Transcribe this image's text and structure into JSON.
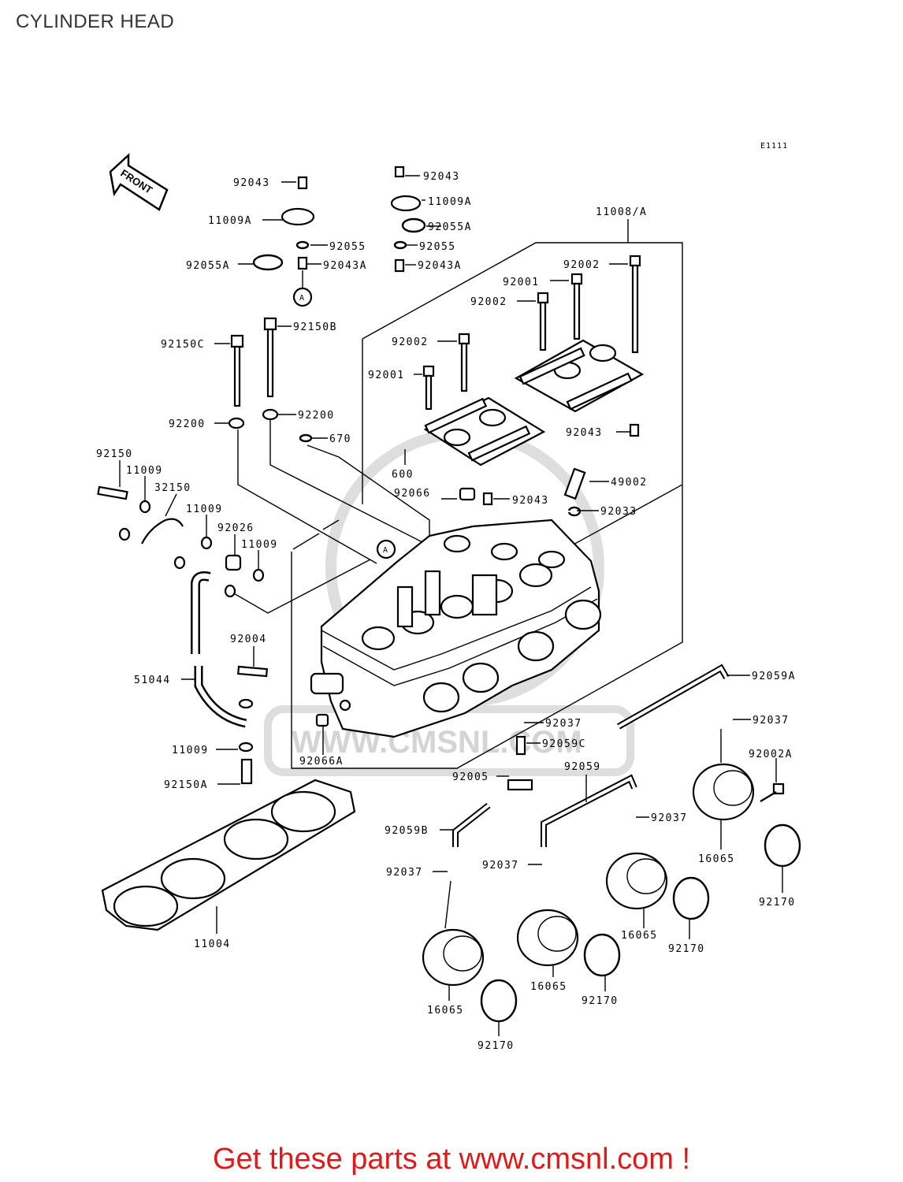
{
  "title": "CYLINDER HEAD",
  "diagram_code": "E1111",
  "front_arrow_label": "FRONT",
  "watermark": "WWW.CMSNL.COM",
  "ref_marker": "A",
  "promo": "Get these parts at www.cmsnl.com !",
  "labels": {
    "l92043a": "92043",
    "l11009aa": "11009A",
    "l92055a_l": "92055",
    "l92055Aa": "92055A",
    "l92043Aa": "92043A",
    "l92043b": "92043",
    "l11009ab": "11009A",
    "l92055Ab": "92055A",
    "l92055b": "92055",
    "l92043Ab": "92043A",
    "l11008": "11008/A",
    "l92002a": "92002",
    "l92001a": "92001",
    "l92002b": "92002",
    "l92150B": "92150B",
    "l92150C": "92150C",
    "l92002c": "92002",
    "l92001b": "92001",
    "l92200a": "92200",
    "l92200b": "92200",
    "l670": "670",
    "l92043c": "92043",
    "l600": "600",
    "l92150": "92150",
    "l11009a": "11009",
    "l32150": "32150",
    "l11009b": "11009",
    "l92026": "92026",
    "l11009c": "11009",
    "l92066": "92066",
    "l92043d": "92043",
    "l49002": "49002",
    "l92033": "92033",
    "l92004": "92004",
    "l51044": "51044",
    "l92059A": "92059A",
    "l92037a": "92037",
    "l92037b": "92037",
    "l92059C": "92059C",
    "l11009d": "11009",
    "l92066A": "92066A",
    "l92002A": "92002A",
    "l92005": "92005",
    "l92059": "92059",
    "l92150A": "92150A",
    "l92037c": "92037",
    "l92059B": "92059B",
    "l16065a": "16065",
    "l92037d": "92037",
    "l92037e": "92037",
    "l92170a": "92170",
    "l16065b": "16065",
    "l11004": "11004",
    "l92170b": "92170",
    "l16065c": "16065",
    "l92170c": "92170",
    "l16065d": "16065",
    "l92170d": "92170"
  }
}
